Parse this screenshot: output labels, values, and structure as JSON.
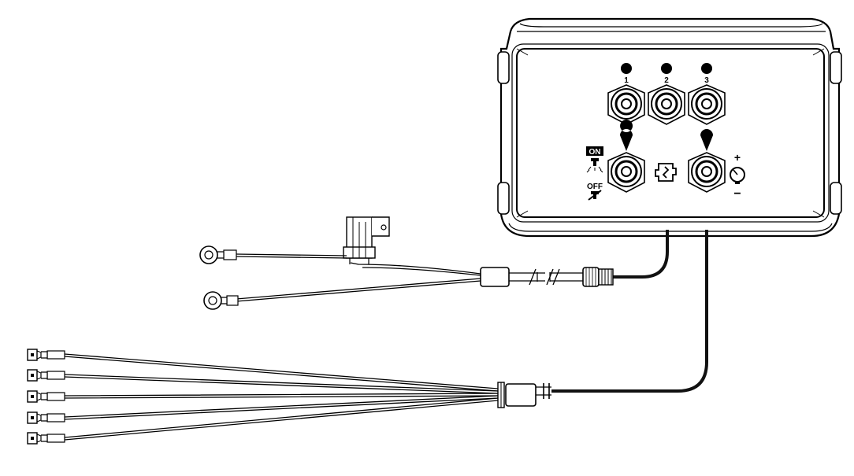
{
  "device": {
    "port_labels": [
      "1",
      "2",
      "3"
    ],
    "switch_on_label": "ON",
    "switch_off_label": "OFF",
    "plus_label": "+",
    "minus_label": "−"
  },
  "colors": {
    "line": "#000000",
    "background": "#ffffff",
    "housing_fill": "#ffffff",
    "cable": "#111111"
  },
  "icons": [
    "led-dot-icon",
    "socket-icon",
    "spotlight-on-icon",
    "spotlight-off-icon",
    "dimmer-knob-icon",
    "center-logo-icon"
  ]
}
